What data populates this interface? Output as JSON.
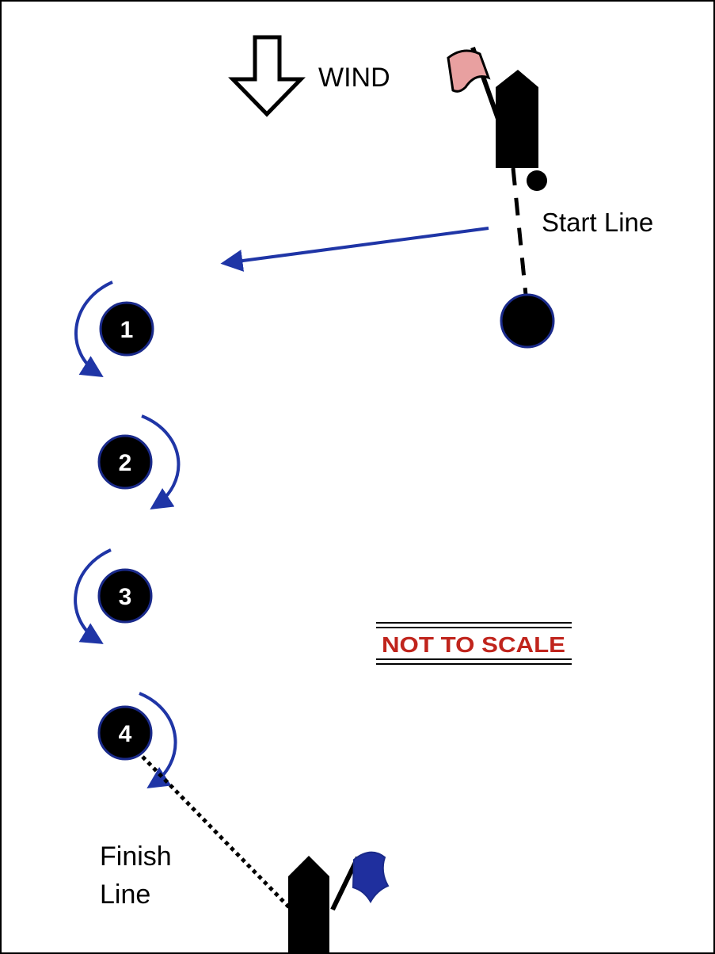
{
  "diagram": {
    "wind_label": "WIND",
    "start_line_label": "Start Line",
    "finish_label_line1": "Finish",
    "finish_label_line2": "Line",
    "not_to_scale_label": "NOT TO SCALE",
    "marks": [
      {
        "number": "1",
        "rounding": "port"
      },
      {
        "number": "2",
        "rounding": "starboard"
      },
      {
        "number": "3",
        "rounding": "port"
      },
      {
        "number": "4",
        "rounding": "starboard"
      }
    ],
    "colors": {
      "course_arrow": "#1f35a6",
      "start_flag": "#e8a0a0",
      "finish_flag": "#1f2f9e",
      "not_to_scale": "#c0241c",
      "buoy": "#000000",
      "buoy_outline": "#1a2a8a",
      "border": "#000000"
    },
    "icons": {
      "wind": "down-arrow-icon",
      "start_boat": "committee-boat-icon",
      "finish_boat": "finish-boat-icon",
      "start_flag": "flag-icon",
      "finish_flag": "flag-icon"
    }
  }
}
